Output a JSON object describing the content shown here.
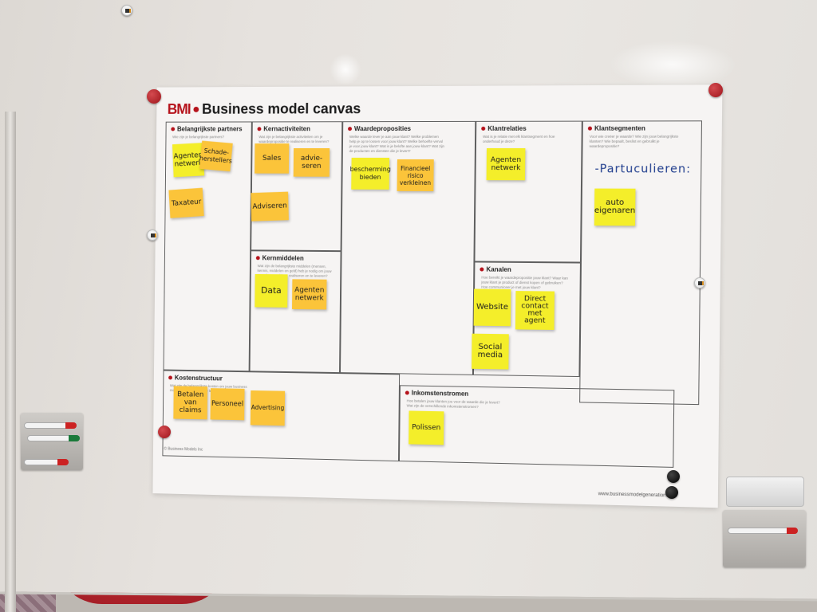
{
  "poster": {
    "brand": "BMI",
    "title": "Business model canvas",
    "footer_left": "© Business Models Inc",
    "footer_right": "www.businessmodelgeneration.com"
  },
  "sections": {
    "partners": {
      "title": "Belangrijkste partners",
      "desc": "Wie zijn je belangrijkste partners?"
    },
    "activities": {
      "title": "Kernactiviteiten",
      "desc": "Wat zijn je belangrijkste activiteiten om je waardepropositie te realiseren en te leveren?"
    },
    "resources": {
      "title": "Kernmiddelen",
      "desc": "Wat zijn de belangrijkste middelen (mensen, kennis, middelen en geld) heb je nodig om jouw waardepropositie te realiseren en te leveren?"
    },
    "value": {
      "title": "Waardeproposities",
      "desc": "Welke waarde lever je aan jouw klant? Welke problemen help je op te lossen voor jouw klant? Welke behoefte vervul je voor jouw klant? Wat is je belofte aan jouw klant? Wat zijn de producten en diensten die je levert?"
    },
    "relations": {
      "title": "Klantrelaties",
      "desc": "Wat is je relatie met elk klantsegment en hoe onderhoud je deze?"
    },
    "channels": {
      "title": "Kanalen",
      "desc": "Hoe bereikt je waardepropositie jouw klant? Waar kan jouw klant je product of dienst kopen of gebruiken? Hoe communiceer je met jouw klant?"
    },
    "segments": {
      "title": "Klantsegmenten",
      "desc": "Voor wie creëer je waarde? Wie zijn jouw belangrijkste klanten? Wie bepaalt, beslist en gebruikt je waardepropositie?"
    },
    "costs": {
      "title": "Kostenstructuur",
      "desc": "Wat zijn de belangrijkste kosten om jouw business model te realiseren en te leveren?"
    },
    "revenue": {
      "title": "Inkomstenstromen",
      "desc": "Hoe betalen jouw klanten jou voor de waarde die je levert? Wat zijn de verschillende inkomstenstromen?"
    }
  },
  "notes": {
    "partners": [
      {
        "lines": [
          "Agenten",
          "netwerk"
        ]
      },
      {
        "lines": [
          "Schade-",
          "herstellers"
        ]
      },
      {
        "lines": [
          "Taxateur"
        ]
      }
    ],
    "activities": [
      {
        "lines": [
          "Sales"
        ]
      },
      {
        "lines": [
          "advie-",
          "seren"
        ]
      },
      {
        "lines": [
          "Adviseren"
        ]
      }
    ],
    "resources": [
      {
        "lines": [
          "Data"
        ]
      },
      {
        "lines": [
          "Agenten",
          "netwerk"
        ]
      }
    ],
    "value": [
      {
        "lines": [
          "bescherming",
          "bieden"
        ]
      },
      {
        "lines": [
          "Financieel",
          "risico",
          "verkleinen"
        ]
      }
    ],
    "relations": [
      {
        "lines": [
          "Agenten",
          "netwerk"
        ]
      }
    ],
    "channels": [
      {
        "lines": [
          "Website"
        ]
      },
      {
        "lines": [
          "Direct",
          "contact",
          "met",
          "agent"
        ]
      },
      {
        "lines": [
          "Social",
          "media"
        ]
      }
    ],
    "segments_handwriting": "-Partuculieren:",
    "segments": [
      {
        "lines": [
          "auto",
          "eigenaren"
        ]
      }
    ],
    "costs": [
      {
        "lines": [
          "Betalen",
          "van",
          "claims"
        ]
      },
      {
        "lines": [
          "Personeel"
        ]
      },
      {
        "lines": [
          "Advertising"
        ]
      }
    ],
    "revenue": [
      {
        "lines": [
          "Polissen"
        ]
      }
    ]
  },
  "colors": {
    "brand_red": "#b5121b",
    "note_yellow": "#f4ee2a",
    "note_orange": "#fbc43a",
    "marker_blue": "#1d3b8c"
  }
}
